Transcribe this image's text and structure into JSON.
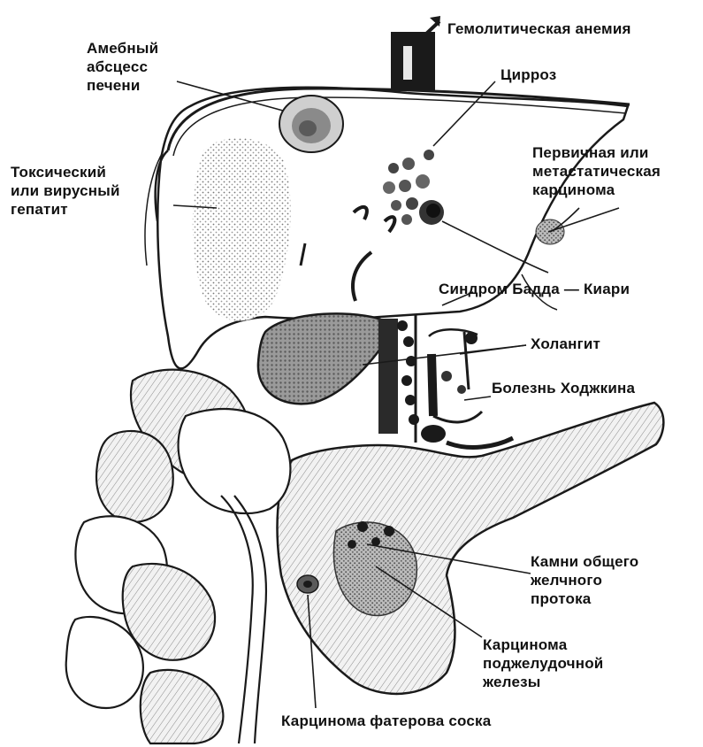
{
  "colors": {
    "ink": "#1a1a1a",
    "shade": "#8a8a8a",
    "light": "#d4d4d4",
    "paper": "#f6f6f4"
  },
  "labels": {
    "hemolytic_anemia": "Гемолитическая анемия",
    "amoebic_abscess": "Амебный\nабсцесс\nпечени",
    "cirrhosis": "Цирроз",
    "toxic_hepatitis": "Токсический\nили вирусный\nгепатит",
    "carcinoma_liver": "Первичная или\nметастатическая\nкарцинома",
    "budd_chiari": "Синдром Бадда — Киари",
    "cholangitis": "Холангит",
    "hodgkin": "Болезнь Ходжкина",
    "bile_duct_stones": "Камни общего\nжелчного\nпротока",
    "pancreas_carcinoma": "Карцинома\nподжелудочной\nжелезы",
    "vater_carcinoma": "Карцинома фатерова соска"
  }
}
